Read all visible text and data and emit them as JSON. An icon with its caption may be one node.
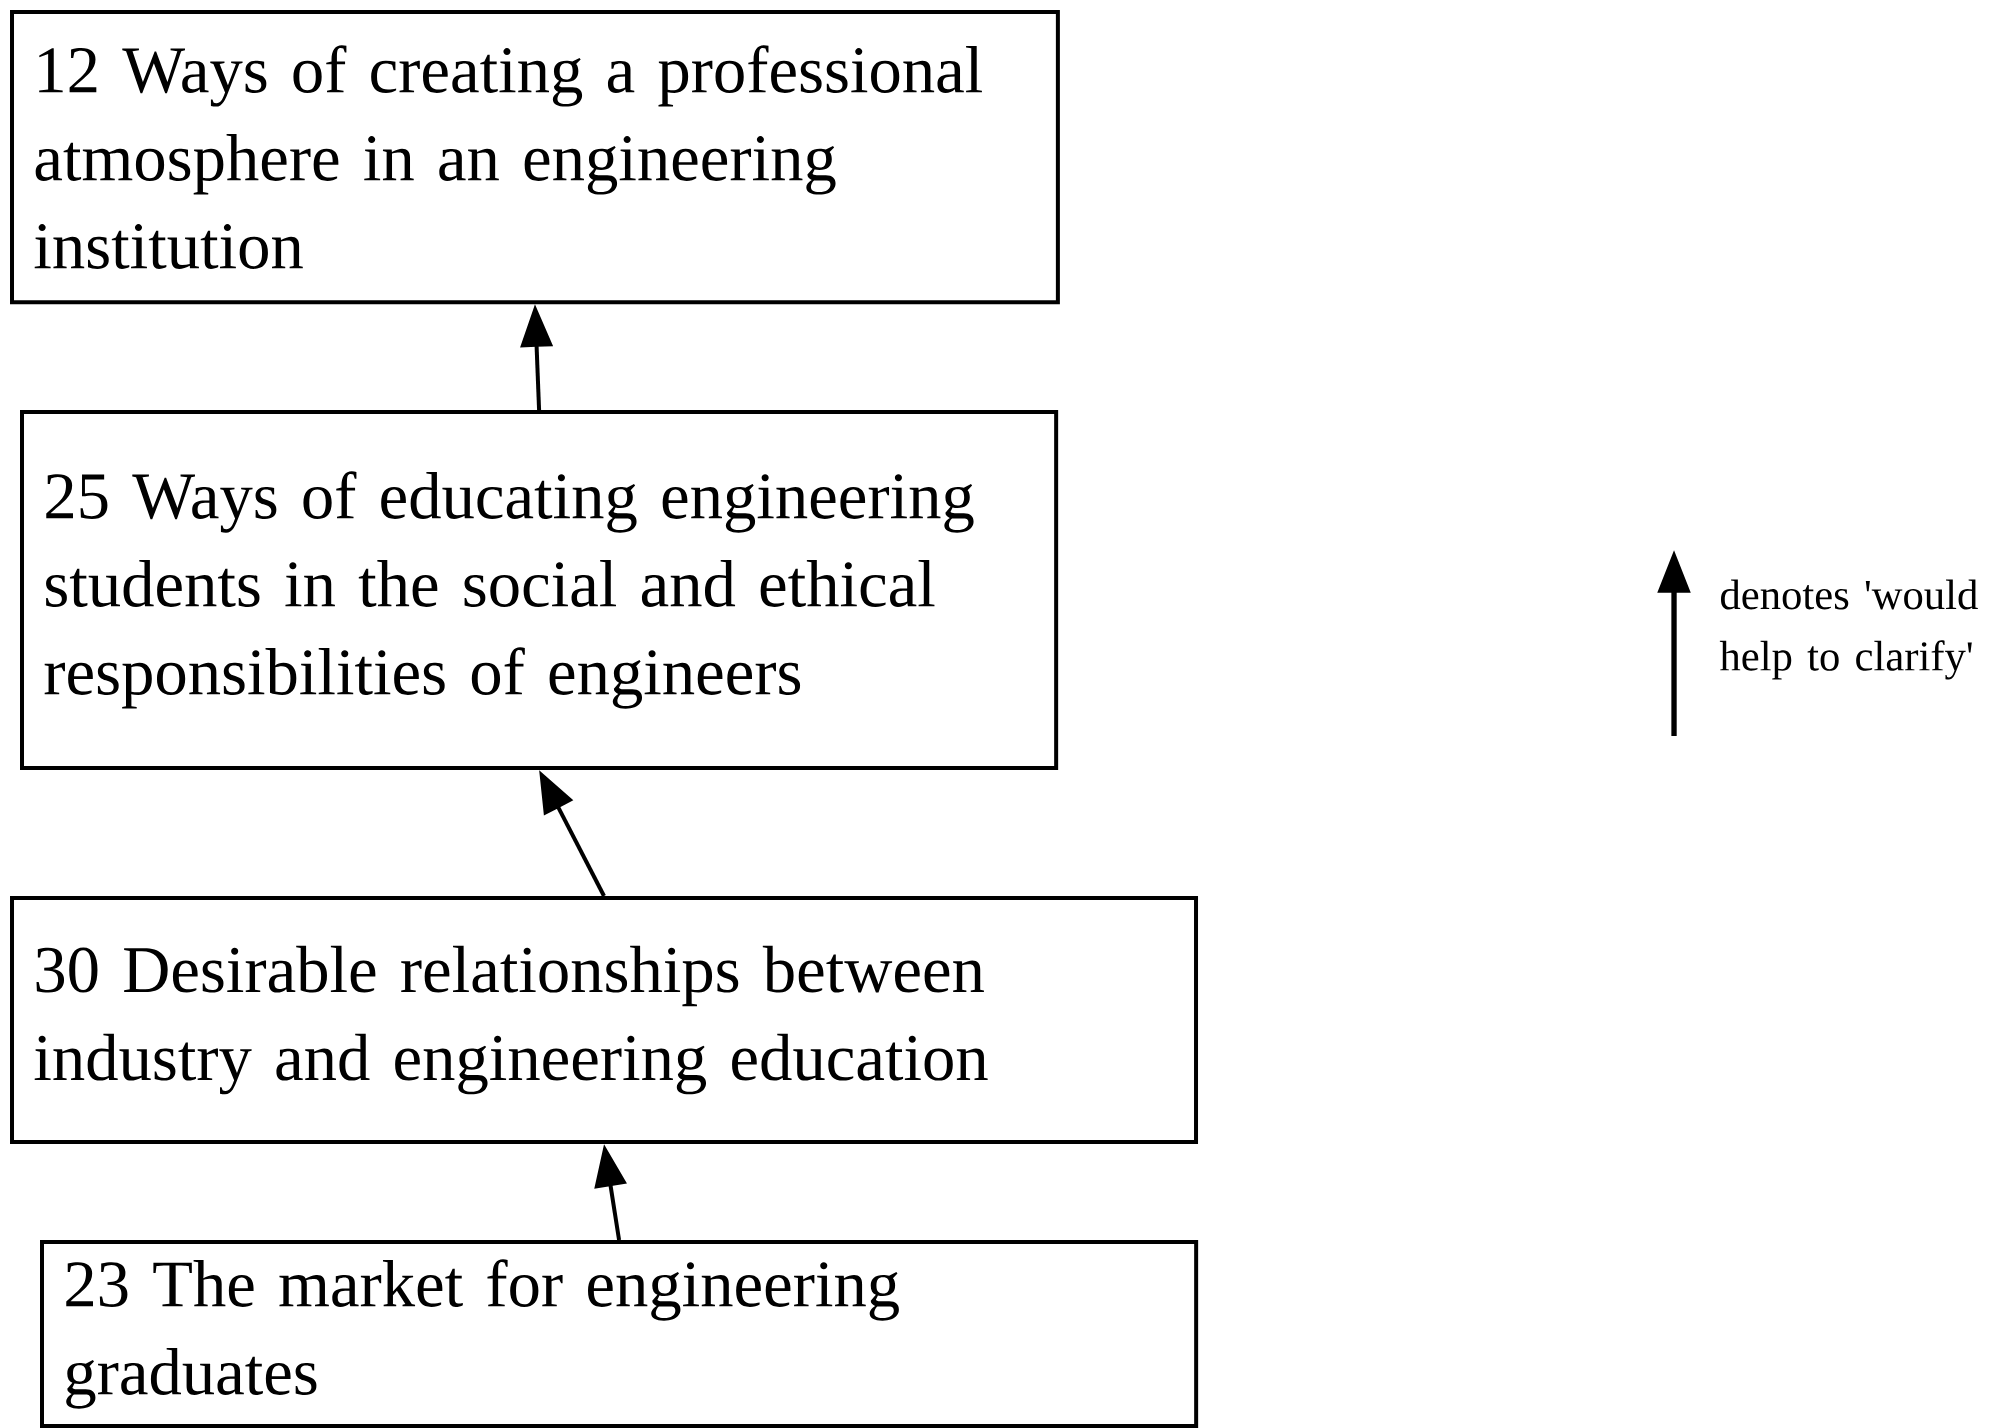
{
  "diagram": {
    "nodes": [
      {
        "text": [
          "12 Ways of creating a professional atmosphere in an engineering institution"
        ]
      },
      {
        "text": [
          "25 Ways of educating engineering students in the social and ethical responsibilities of engineers"
        ]
      },
      {
        "text": [
          "30 Desirable relationships between industry and engineering education"
        ]
      },
      {
        "text": [
          "23 The market for engineering graduates"
        ]
      }
    ],
    "edges": [
      {
        "from": 1,
        "to": 0,
        "arrow": "to"
      },
      {
        "from": 2,
        "to": 1,
        "arrow": "to"
      },
      {
        "from": 3,
        "to": 2,
        "arrow": "to"
      }
    ],
    "legend": [
      {
        "text": "denotes 'would help to clarify'"
      }
    ]
  }
}
